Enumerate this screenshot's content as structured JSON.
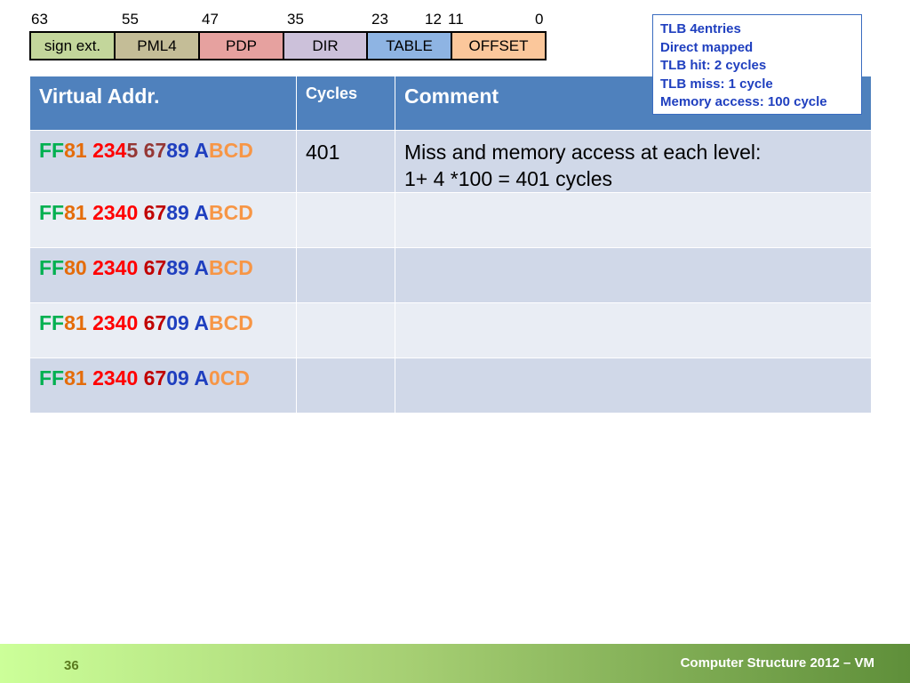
{
  "bit_positions": [
    "63",
    "55",
    "47",
    "35",
    "23",
    "12",
    "11",
    "0"
  ],
  "fields": [
    {
      "label": "sign ext.",
      "color": "#c3d69b"
    },
    {
      "label": "PML4",
      "color": "#c4bd97"
    },
    {
      "label": "PDP",
      "color": "#e6a19f"
    },
    {
      "label": "DIR",
      "color": "#ccc1da"
    },
    {
      "label": "TABLE",
      "color": "#8eb4e3"
    },
    {
      "label": "OFFSET",
      "color": "#fbc79b"
    }
  ],
  "tlb_info": {
    "lines": [
      "TLB 4entries",
      "Direct mapped",
      "TLB hit: 2 cycles",
      "TLB miss: 1 cycle",
      "Memory access: 100 cycle"
    ]
  },
  "table": {
    "headers": {
      "virtual_addr": "Virtual Addr.",
      "cycles": "Cycles",
      "comment": "Comment"
    },
    "colors": {
      "sign_ext": "#00b050",
      "pml4": "#e46c0a",
      "pdp": "#ff0000",
      "dir": "#953735",
      "table": "#c00000",
      "offset_hi": "#0070c0",
      "a": "#1f3fbf",
      "offset_lo": "#f79646"
    },
    "rows": [
      {
        "addr": [
          {
            "text": "FF",
            "color": "#00b050"
          },
          {
            "text": "81 ",
            "color": "#e46c0a"
          },
          {
            "text": "234",
            "color": "#ff0000"
          },
          {
            "text": "5 67",
            "color": "#953735"
          },
          {
            "text": "89 ",
            "color": "#1f3fbf"
          },
          {
            "text": "A",
            "color": "#1f3fbf"
          },
          {
            "text": "BCD",
            "color": "#f79646"
          }
        ],
        "cycles": "401",
        "comment": [
          "Miss and memory access at each level:",
          "1+ 4 *100 = 401 cycles"
        ]
      },
      {
        "addr": [
          {
            "text": "FF",
            "color": "#00b050"
          },
          {
            "text": "81 ",
            "color": "#e46c0a"
          },
          {
            "text": "2340 ",
            "color": "#ff0000"
          },
          {
            "text": "67",
            "color": "#c00000"
          },
          {
            "text": "89 ",
            "color": "#1f3fbf"
          },
          {
            "text": "A",
            "color": "#1f3fbf"
          },
          {
            "text": "BCD",
            "color": "#f79646"
          }
        ],
        "cycles": "",
        "comment": []
      },
      {
        "addr": [
          {
            "text": "FF",
            "color": "#00b050"
          },
          {
            "text": "80 ",
            "color": "#e46c0a"
          },
          {
            "text": "2340 ",
            "color": "#ff0000"
          },
          {
            "text": "67",
            "color": "#c00000"
          },
          {
            "text": "89 ",
            "color": "#1f3fbf"
          },
          {
            "text": "A",
            "color": "#1f3fbf"
          },
          {
            "text": "BCD",
            "color": "#f79646"
          }
        ],
        "cycles": "",
        "comment": []
      },
      {
        "addr": [
          {
            "text": "FF",
            "color": "#00b050"
          },
          {
            "text": "81 ",
            "color": "#e46c0a"
          },
          {
            "text": "2340 ",
            "color": "#ff0000"
          },
          {
            "text": "67",
            "color": "#c00000"
          },
          {
            "text": "09 ",
            "color": "#1f3fbf"
          },
          {
            "text": "A",
            "color": "#1f3fbf"
          },
          {
            "text": "BCD",
            "color": "#f79646"
          }
        ],
        "cycles": "",
        "comment": []
      },
      {
        "addr": [
          {
            "text": "FF",
            "color": "#00b050"
          },
          {
            "text": "81 ",
            "color": "#e46c0a"
          },
          {
            "text": "2340 ",
            "color": "#ff0000"
          },
          {
            "text": "67",
            "color": "#c00000"
          },
          {
            "text": "09 ",
            "color": "#1f3fbf"
          },
          {
            "text": "A",
            "color": "#1f3fbf"
          },
          {
            "text": "0CD",
            "color": "#f79646"
          }
        ],
        "cycles": "",
        "comment": []
      }
    ]
  },
  "footer": {
    "page_number": "36",
    "title": "Computer Structure 2012 – VM"
  }
}
